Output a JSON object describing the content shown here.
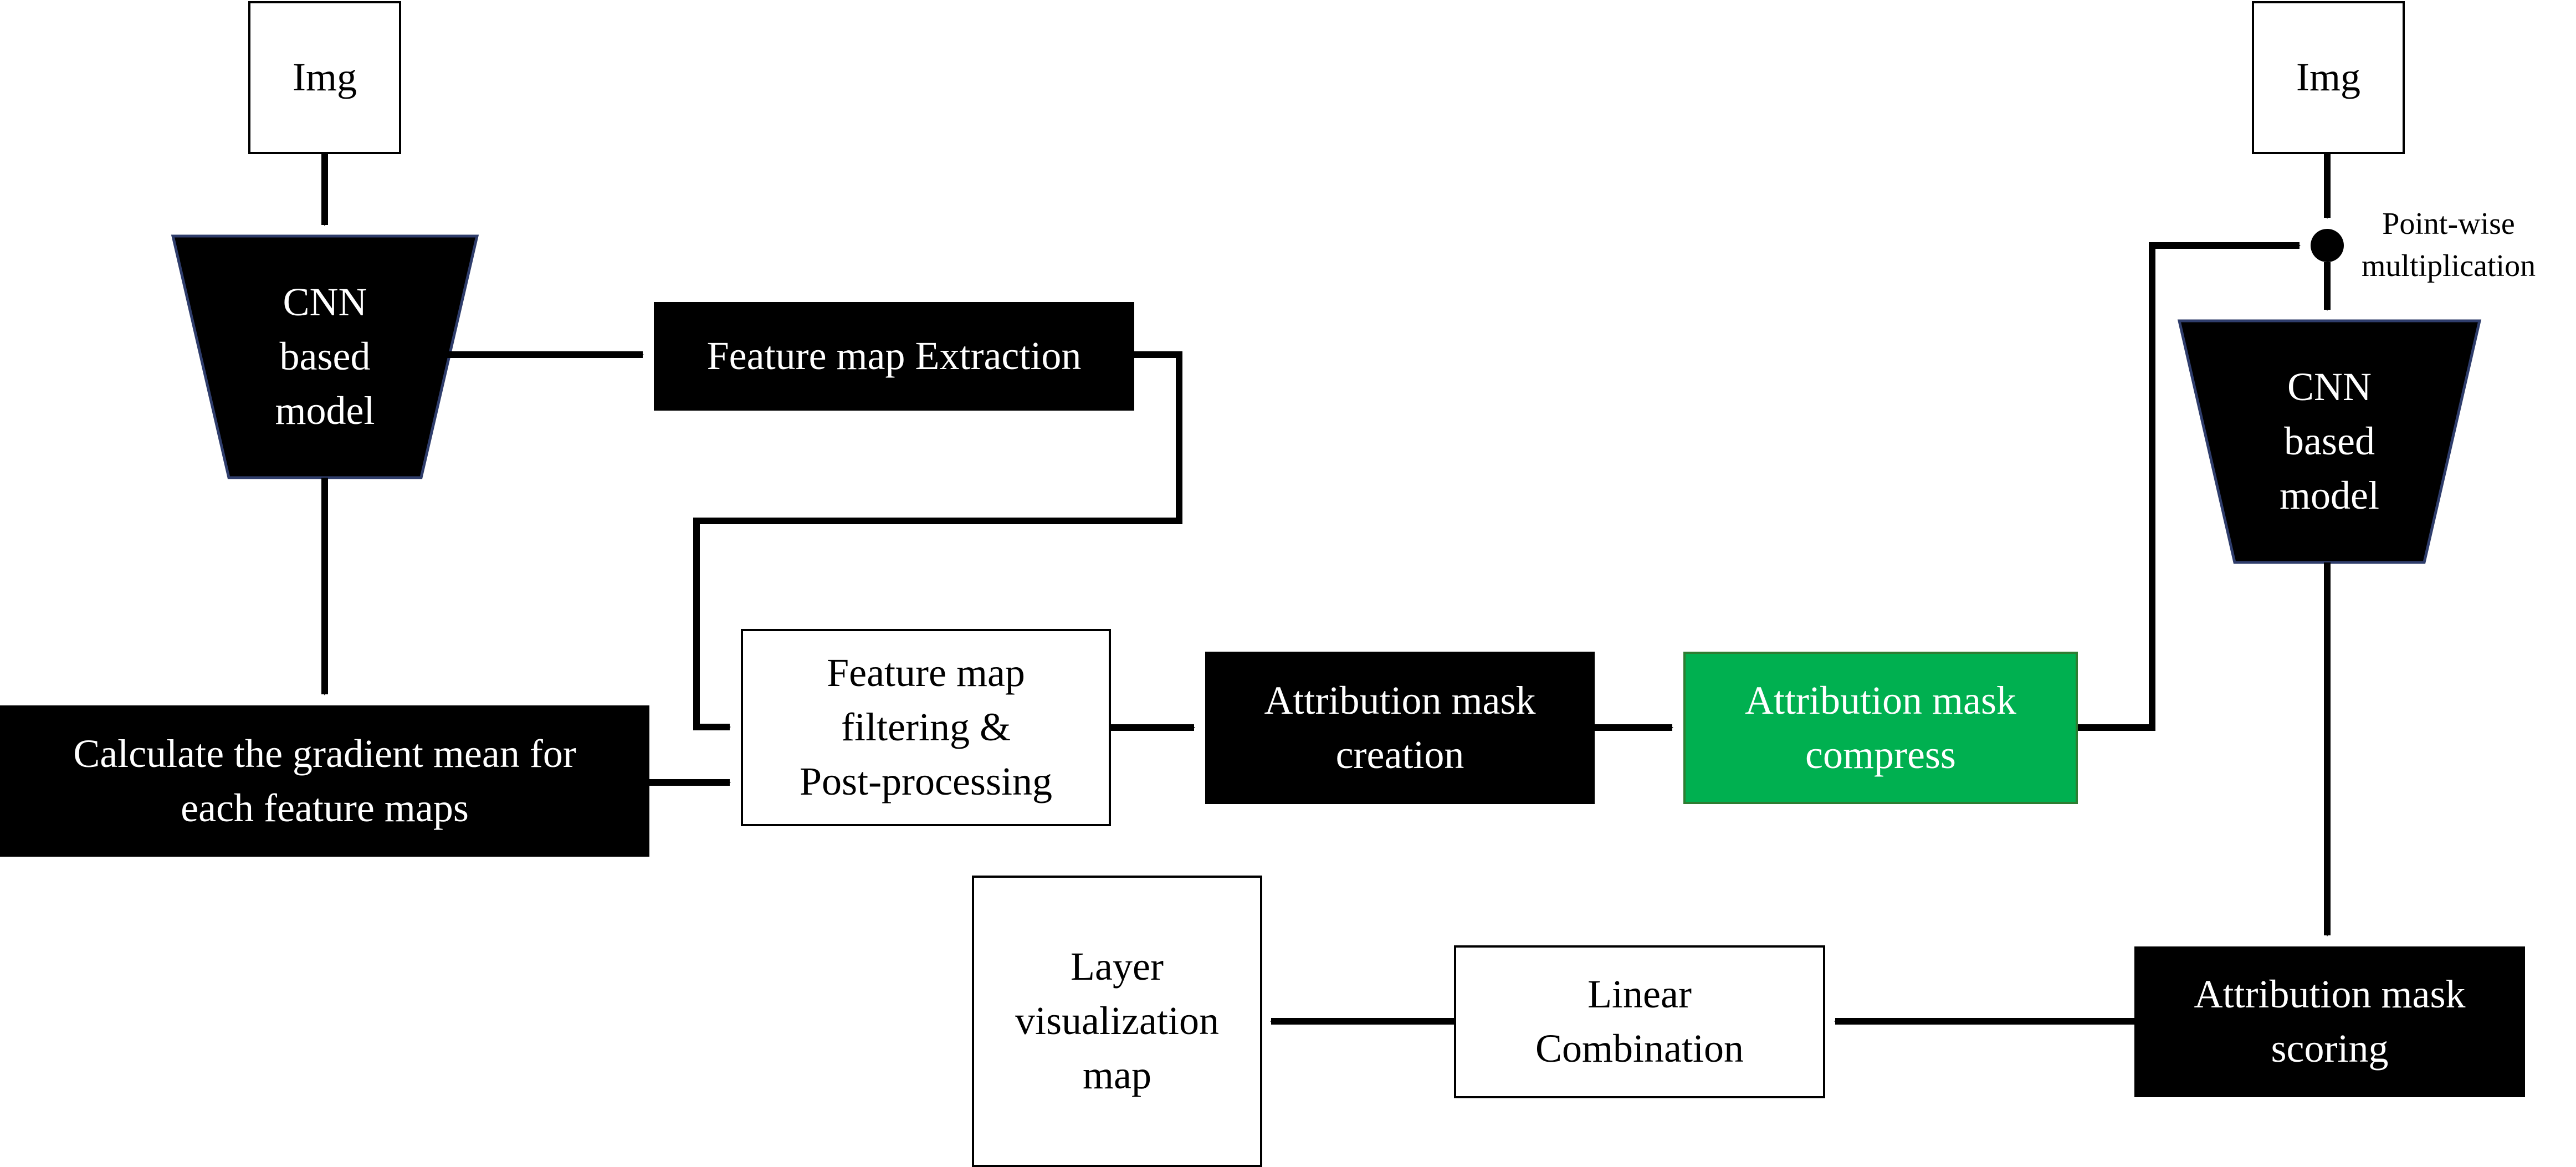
{
  "nodes": {
    "img_left": "Img",
    "img_right": "Img",
    "cnn_left": "CNN\nbased\nmodel",
    "cnn_right": "CNN\nbased\nmodel",
    "feature_map_extraction": "Feature map Extraction",
    "gradient_mean": "Calculate the gradient mean for\neach feature maps",
    "feature_map_filtering": "Feature map\nfiltering &\nPost-processing",
    "attribution_mask_creation": "Attribution mask\ncreation",
    "attribution_mask_compress": "Attribution mask\ncompress",
    "pointwise_multiplication": "Point-wise\nmultiplication",
    "attribution_mask_scoring": "Attribution mask\nscoring",
    "linear_combination": "Linear\nCombination",
    "layer_visualization_map": "Layer\nvisualization\nmap"
  },
  "colors": {
    "black_box": "#000000",
    "white_box": "#ffffff",
    "compress_highlight": "#00b050",
    "trapezoid_border": "#2f3d6b"
  }
}
